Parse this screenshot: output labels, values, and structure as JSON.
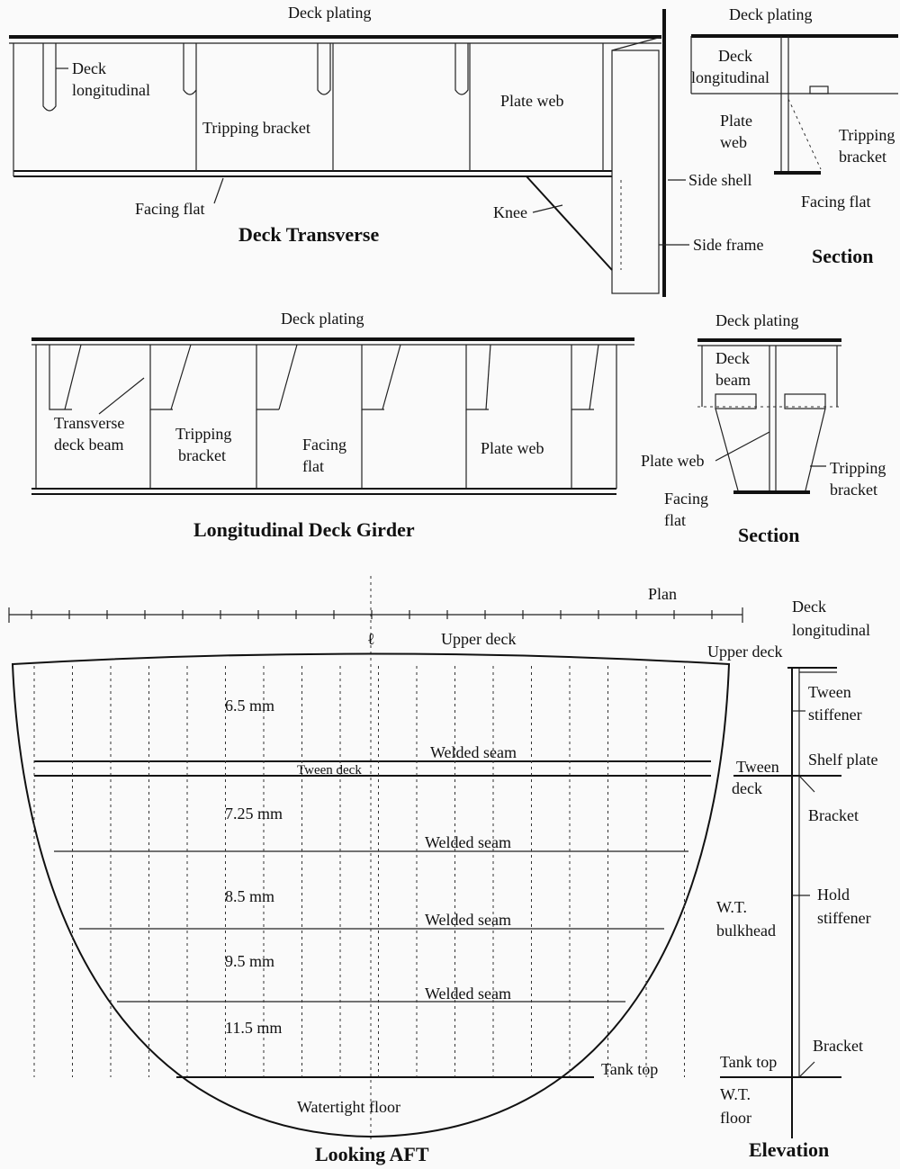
{
  "deck_transverse": {
    "title": "Deck Transverse",
    "deck_plating": "Deck plating",
    "deck_longitudinal": [
      "Deck",
      "longitudinal"
    ],
    "tripping_bracket": "Tripping bracket",
    "plate_web": "Plate web",
    "facing_flat": "Facing flat",
    "knee": "Knee",
    "side_shell": "Side shell",
    "side_frame": "Side frame"
  },
  "section_top": {
    "title": "Section",
    "deck_plating": "Deck plating",
    "deck_longitudinal": [
      "Deck",
      "longitudinal"
    ],
    "plate_web": [
      "Plate",
      "web"
    ],
    "tripping_bracket": [
      "Tripping",
      "bracket"
    ],
    "facing_flat": "Facing flat"
  },
  "long_girder": {
    "title": "Longitudinal Deck Girder",
    "deck_plating": "Deck plating",
    "transverse_deck_beam": [
      "Transverse",
      "deck beam"
    ],
    "tripping_bracket": [
      "Tripping",
      "bracket"
    ],
    "facing_flat": [
      "Facing",
      "flat"
    ],
    "plate_web": "Plate web"
  },
  "section_mid": {
    "title": "Section",
    "deck_plating": "Deck plating",
    "deck_beam": [
      "Deck",
      "beam"
    ],
    "plate_web": "Plate web",
    "tripping_bracket": [
      "Tripping",
      "bracket"
    ],
    "facing_flat": [
      "Facing",
      "flat"
    ]
  },
  "looking_aft": {
    "title": "Looking AFT",
    "plan": "Plan",
    "centerline_mark": "ℓ",
    "upper_deck": "Upper deck",
    "tween_deck": "Tween deck",
    "welded_seam": "Welded seam",
    "tank_top": "Tank top",
    "watertight_floor": "Watertight floor",
    "thicknesses": [
      "6.5",
      "7.25",
      "8.5",
      "9.5",
      "11.5"
    ],
    "unit": "mm"
  },
  "elevation": {
    "title": "Elevation",
    "deck_longitudinal": [
      "Deck",
      "longitudinal"
    ],
    "upper_deck": "Upper deck",
    "tween_stiffener": [
      "Tween",
      "stiffener"
    ],
    "shelf_plate": "Shelf plate",
    "tween_deck": [
      "Tween",
      "deck"
    ],
    "bracket_upper": "Bracket",
    "hold_stiffener": [
      "Hold",
      "stiffener"
    ],
    "wt_bulkhead": [
      "W.T.",
      "bulkhead"
    ],
    "bracket_lower": "Bracket",
    "tank_top": "Tank top",
    "wt_floor": [
      "W.T.",
      "floor"
    ]
  }
}
